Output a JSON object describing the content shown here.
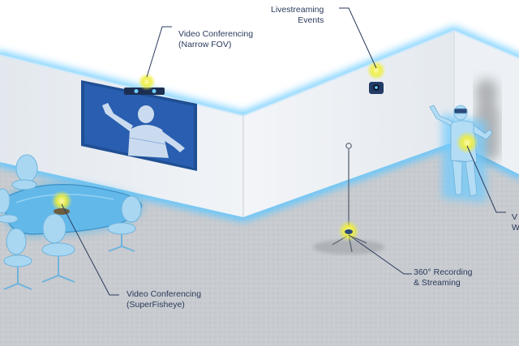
{
  "colors": {
    "wall": "#e9eef3",
    "wall_edge": "#bfe3f7",
    "floor": "#c9ccd0",
    "glow": "#55c3ff",
    "hotspot": "#f2f04a",
    "leader": "#2a3a5c",
    "table": "#63b8ea",
    "chair": "#a9d7f2"
  },
  "labels": {
    "narrow_fov": {
      "line1": "Video Conferencing",
      "line2": "(Narrow FOV)"
    },
    "livestreaming": {
      "line1": "Livestreaming",
      "line2": "Events"
    },
    "recording_360": {
      "line1": "360° Recording",
      "line2": "& Streaming"
    },
    "superfisheye": {
      "line1": "Video Conferencing",
      "line2": "(SuperFisheye)"
    },
    "right_cut": {
      "line1": "V",
      "line2": "W"
    }
  }
}
